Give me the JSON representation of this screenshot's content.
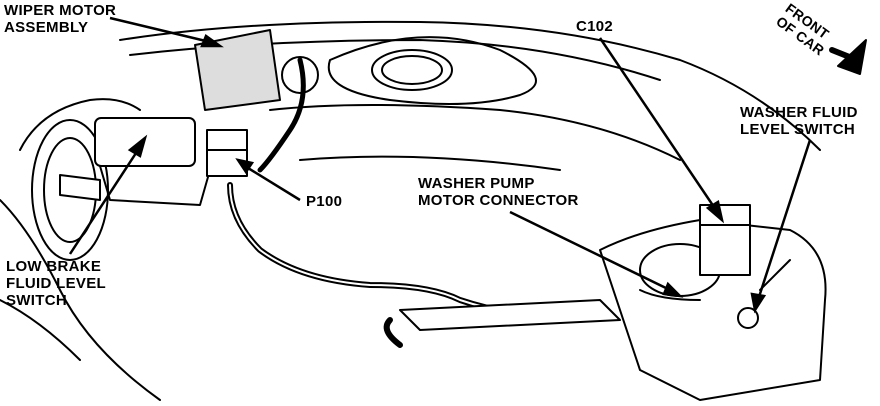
{
  "labels": {
    "wiper_motor": "WIPER MOTOR\nASSEMBLY",
    "low_brake": "LOW BRAKE\nFLUID LEVEL\nSWITCH",
    "p100": "P100",
    "washer_pump": "WASHER PUMP\nMOTOR CONNECTOR",
    "c102": "C102",
    "washer_fluid": "WASHER FLUID\nLEVEL SWITCH",
    "front_of_car": "FRONT\nOF CAR"
  },
  "colors": {
    "ink": "#000000",
    "paper": "#ffffff"
  }
}
